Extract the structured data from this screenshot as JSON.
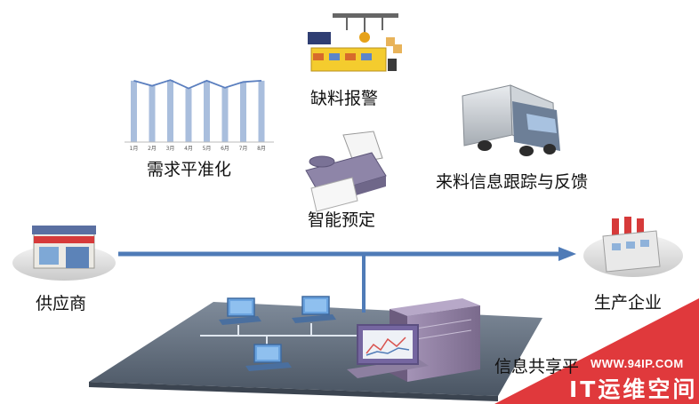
{
  "labels": {
    "shortage_alarm": "缺料报警",
    "demand_leveling": "需求平准化",
    "smart_booking": "智能预定",
    "inbound_tracking": "来料信息跟踪与反馈",
    "supplier": "供应商",
    "manufacturer": "生产企业",
    "info_platform": "信息共享平"
  },
  "mini_chart": {
    "categories": [
      "1月",
      "2月",
      "3月",
      "4月",
      "5月",
      "6月",
      "7月",
      "8月"
    ],
    "values": [
      0.96,
      0.88,
      0.97,
      0.84,
      0.96,
      0.85,
      0.94,
      0.96
    ],
    "bar_color": "#a9bedd",
    "line_color": "#5b7fbf"
  },
  "watermark": {
    "url": "WWW.94IP.COM",
    "brand": "IT运维空间",
    "color": "#e0393c"
  },
  "colors": {
    "arrow": "#4f7bb7",
    "platform": "#5a6777",
    "server": "#8b7c9b",
    "monitor": "#5a8fcf"
  }
}
